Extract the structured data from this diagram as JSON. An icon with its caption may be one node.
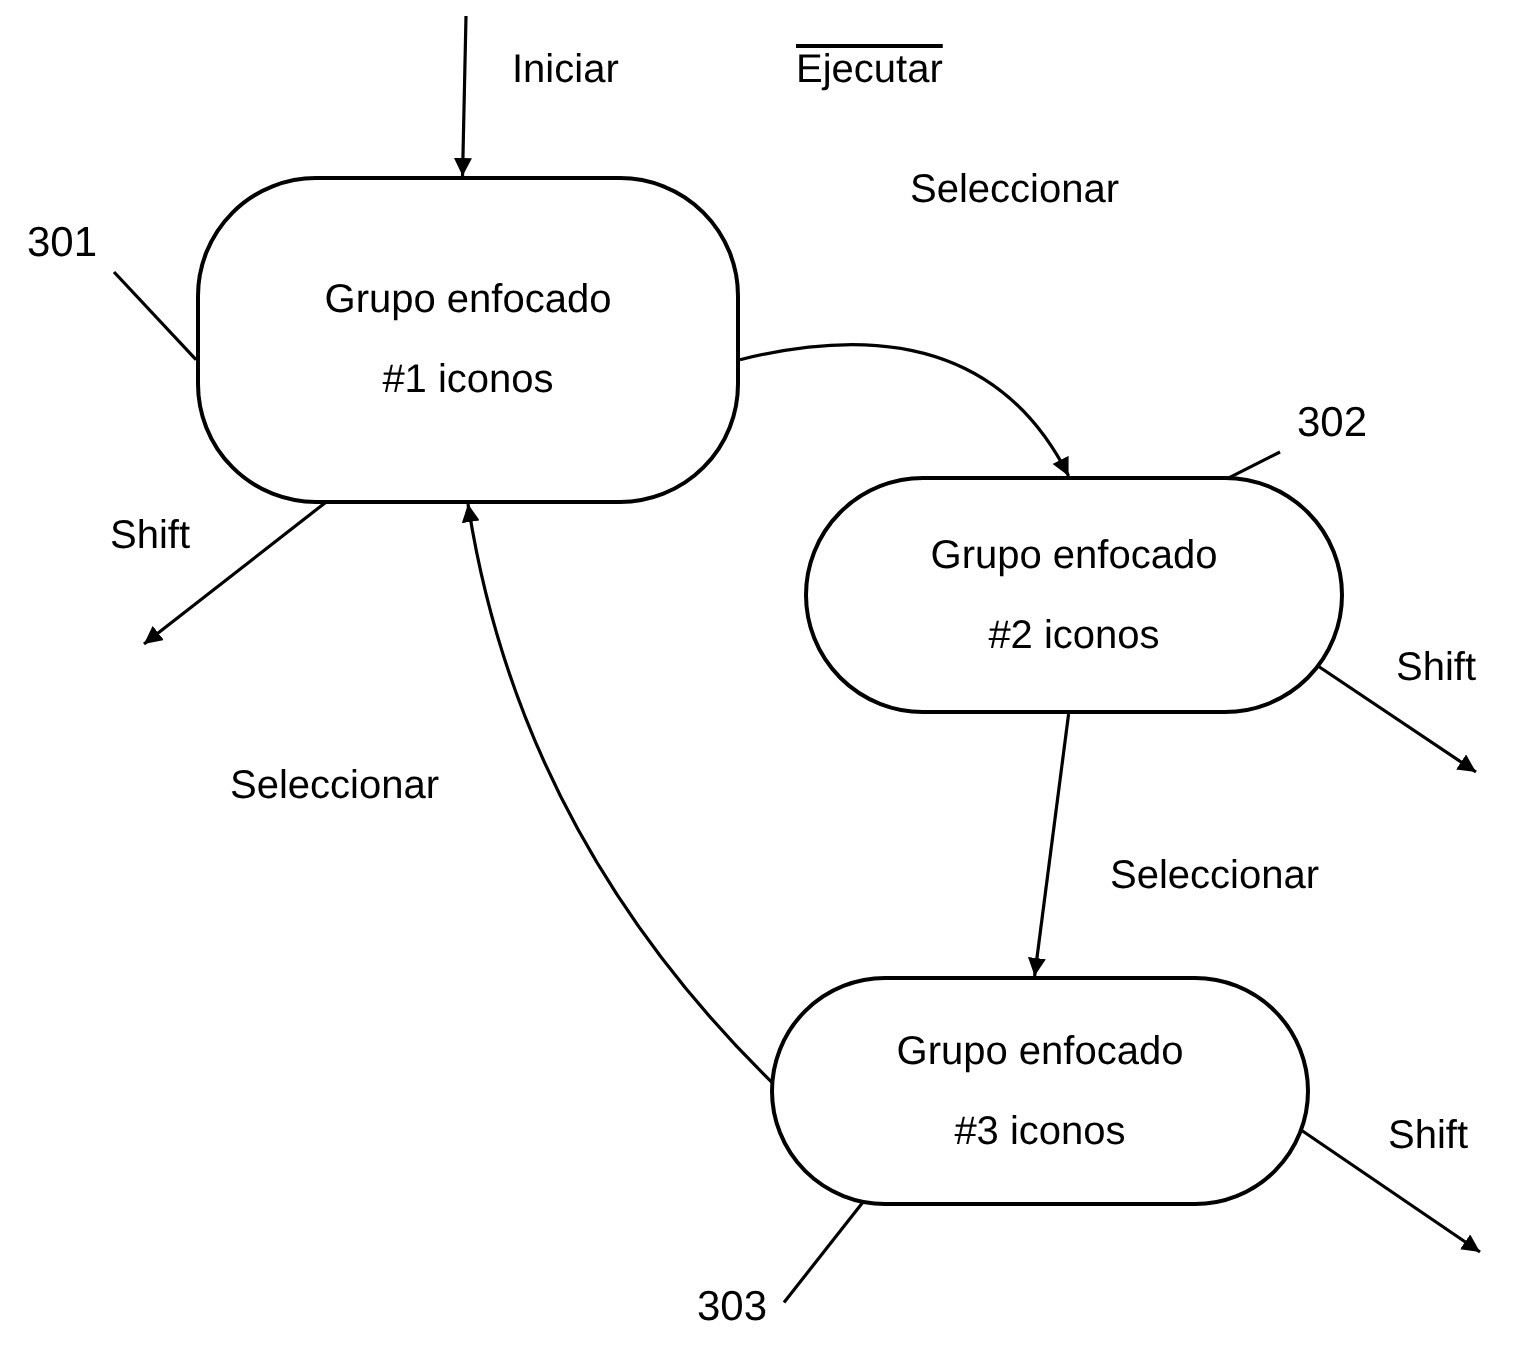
{
  "diagram": {
    "nodes": [
      {
        "text": [
          "Grupo enfocado #1 iconos"
        ]
      },
      {
        "text": [
          "Grupo enfocado #2 iconos"
        ]
      },
      {
        "text": [
          "Grupo enfocado #3 iconos"
        ]
      },
      {
        "text": [
          "301"
        ]
      },
      {
        "text": [
          "302"
        ]
      },
      {
        "text": [
          "303"
        ]
      }
    ],
    "edges": [
      {
        "from": null,
        "to": 0,
        "arrow": "to",
        "label": "Iniciar"
      },
      {
        "from": 0,
        "to": 1,
        "arrow": "to",
        "label": "Seleccionar"
      },
      {
        "from": 1,
        "to": 2,
        "arrow": "to",
        "label": "Seleccionar"
      },
      {
        "from": 2,
        "to": 0,
        "arrow": "to",
        "label": "Seleccionar"
      },
      {
        "from": 0,
        "to": null,
        "arrow": "to",
        "label": "Shift"
      },
      {
        "from": 1,
        "to": null,
        "arrow": "to",
        "label": "Shift"
      },
      {
        "from": 2,
        "to": null,
        "arrow": "to",
        "label": "Shift"
      },
      {
        "from": 3,
        "to": 0,
        "arrow": "none"
      },
      {
        "from": 4,
        "to": 1,
        "arrow": "none"
      },
      {
        "from": 5,
        "to": 2,
        "arrow": "none"
      }
    ],
    "labels": [
      "Ejecutar"
    ]
  }
}
